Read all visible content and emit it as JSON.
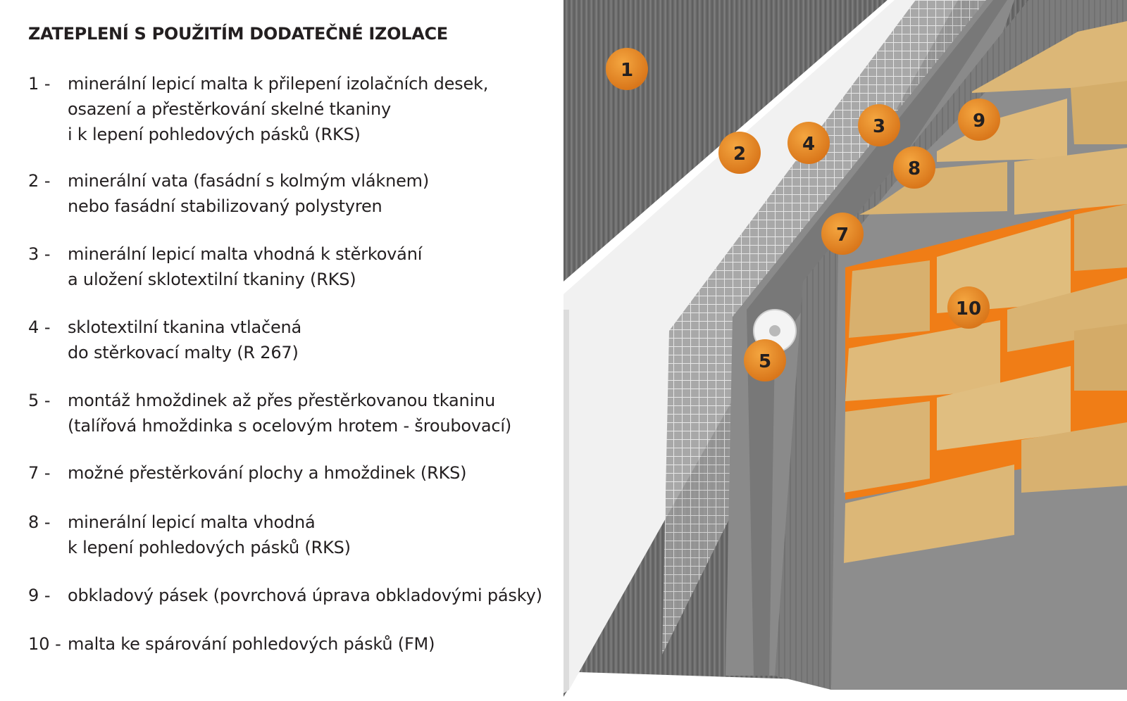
{
  "title": "ZATEPLENÍ S POUŽITÍM DODATEČNÉ IZOLACE",
  "legend": [
    {
      "num": "1 -",
      "lines": [
        "minerální lepicí malta k přilepení izolačních desek,",
        "osazení a přestěrkování skelné tkaniny",
        "i k lepení pohledových pásků (RKS)"
      ]
    },
    {
      "num": "2 -",
      "lines": [
        "minerální vata (fasádní s kolmým vláknem)",
        "nebo fasádní stabilizovaný polystyren"
      ]
    },
    {
      "num": "3 -",
      "lines": [
        "minerální lepicí malta vhodná k stěrkování",
        "a uložení sklotextilní tkaniny (RKS)"
      ]
    },
    {
      "num": "4 -",
      "lines": [
        "sklotextilní tkanina vtlačená",
        "do stěrkovací malty (R 267)"
      ]
    },
    {
      "num": "5 -",
      "lines": [
        "montáž hmoždinek až přes přestěrkovanou tkaninu",
        "(talířová hmoždinka s ocelovým hrotem - šroubovací)"
      ]
    },
    {
      "num": "7 -",
      "lines": [
        "možné přestěrkování plochy a hmoždinek (RKS)"
      ]
    },
    {
      "num": "8 -",
      "lines": [
        "minerální lepicí malta vhodná",
        "k lepení pohledových pásků (RKS)"
      ]
    },
    {
      "num": "9 -",
      "lines": [
        "obkladový pásek (povrchová úprava obkladovými pásky)"
      ]
    },
    {
      "num": "10 -",
      "lines": [
        "malta ke spárování pohledových pásků (FM)"
      ]
    }
  ],
  "badges": [
    "1",
    "2",
    "3",
    "4",
    "5",
    "7",
    "8",
    "9",
    "10"
  ],
  "colors": {
    "badge": "#e8891f",
    "mortar": "#767676",
    "insulation": "#f2f2f2",
    "mesh": "#c8c8c8",
    "brick": "#dcb777",
    "joint": "#f07d16"
  }
}
